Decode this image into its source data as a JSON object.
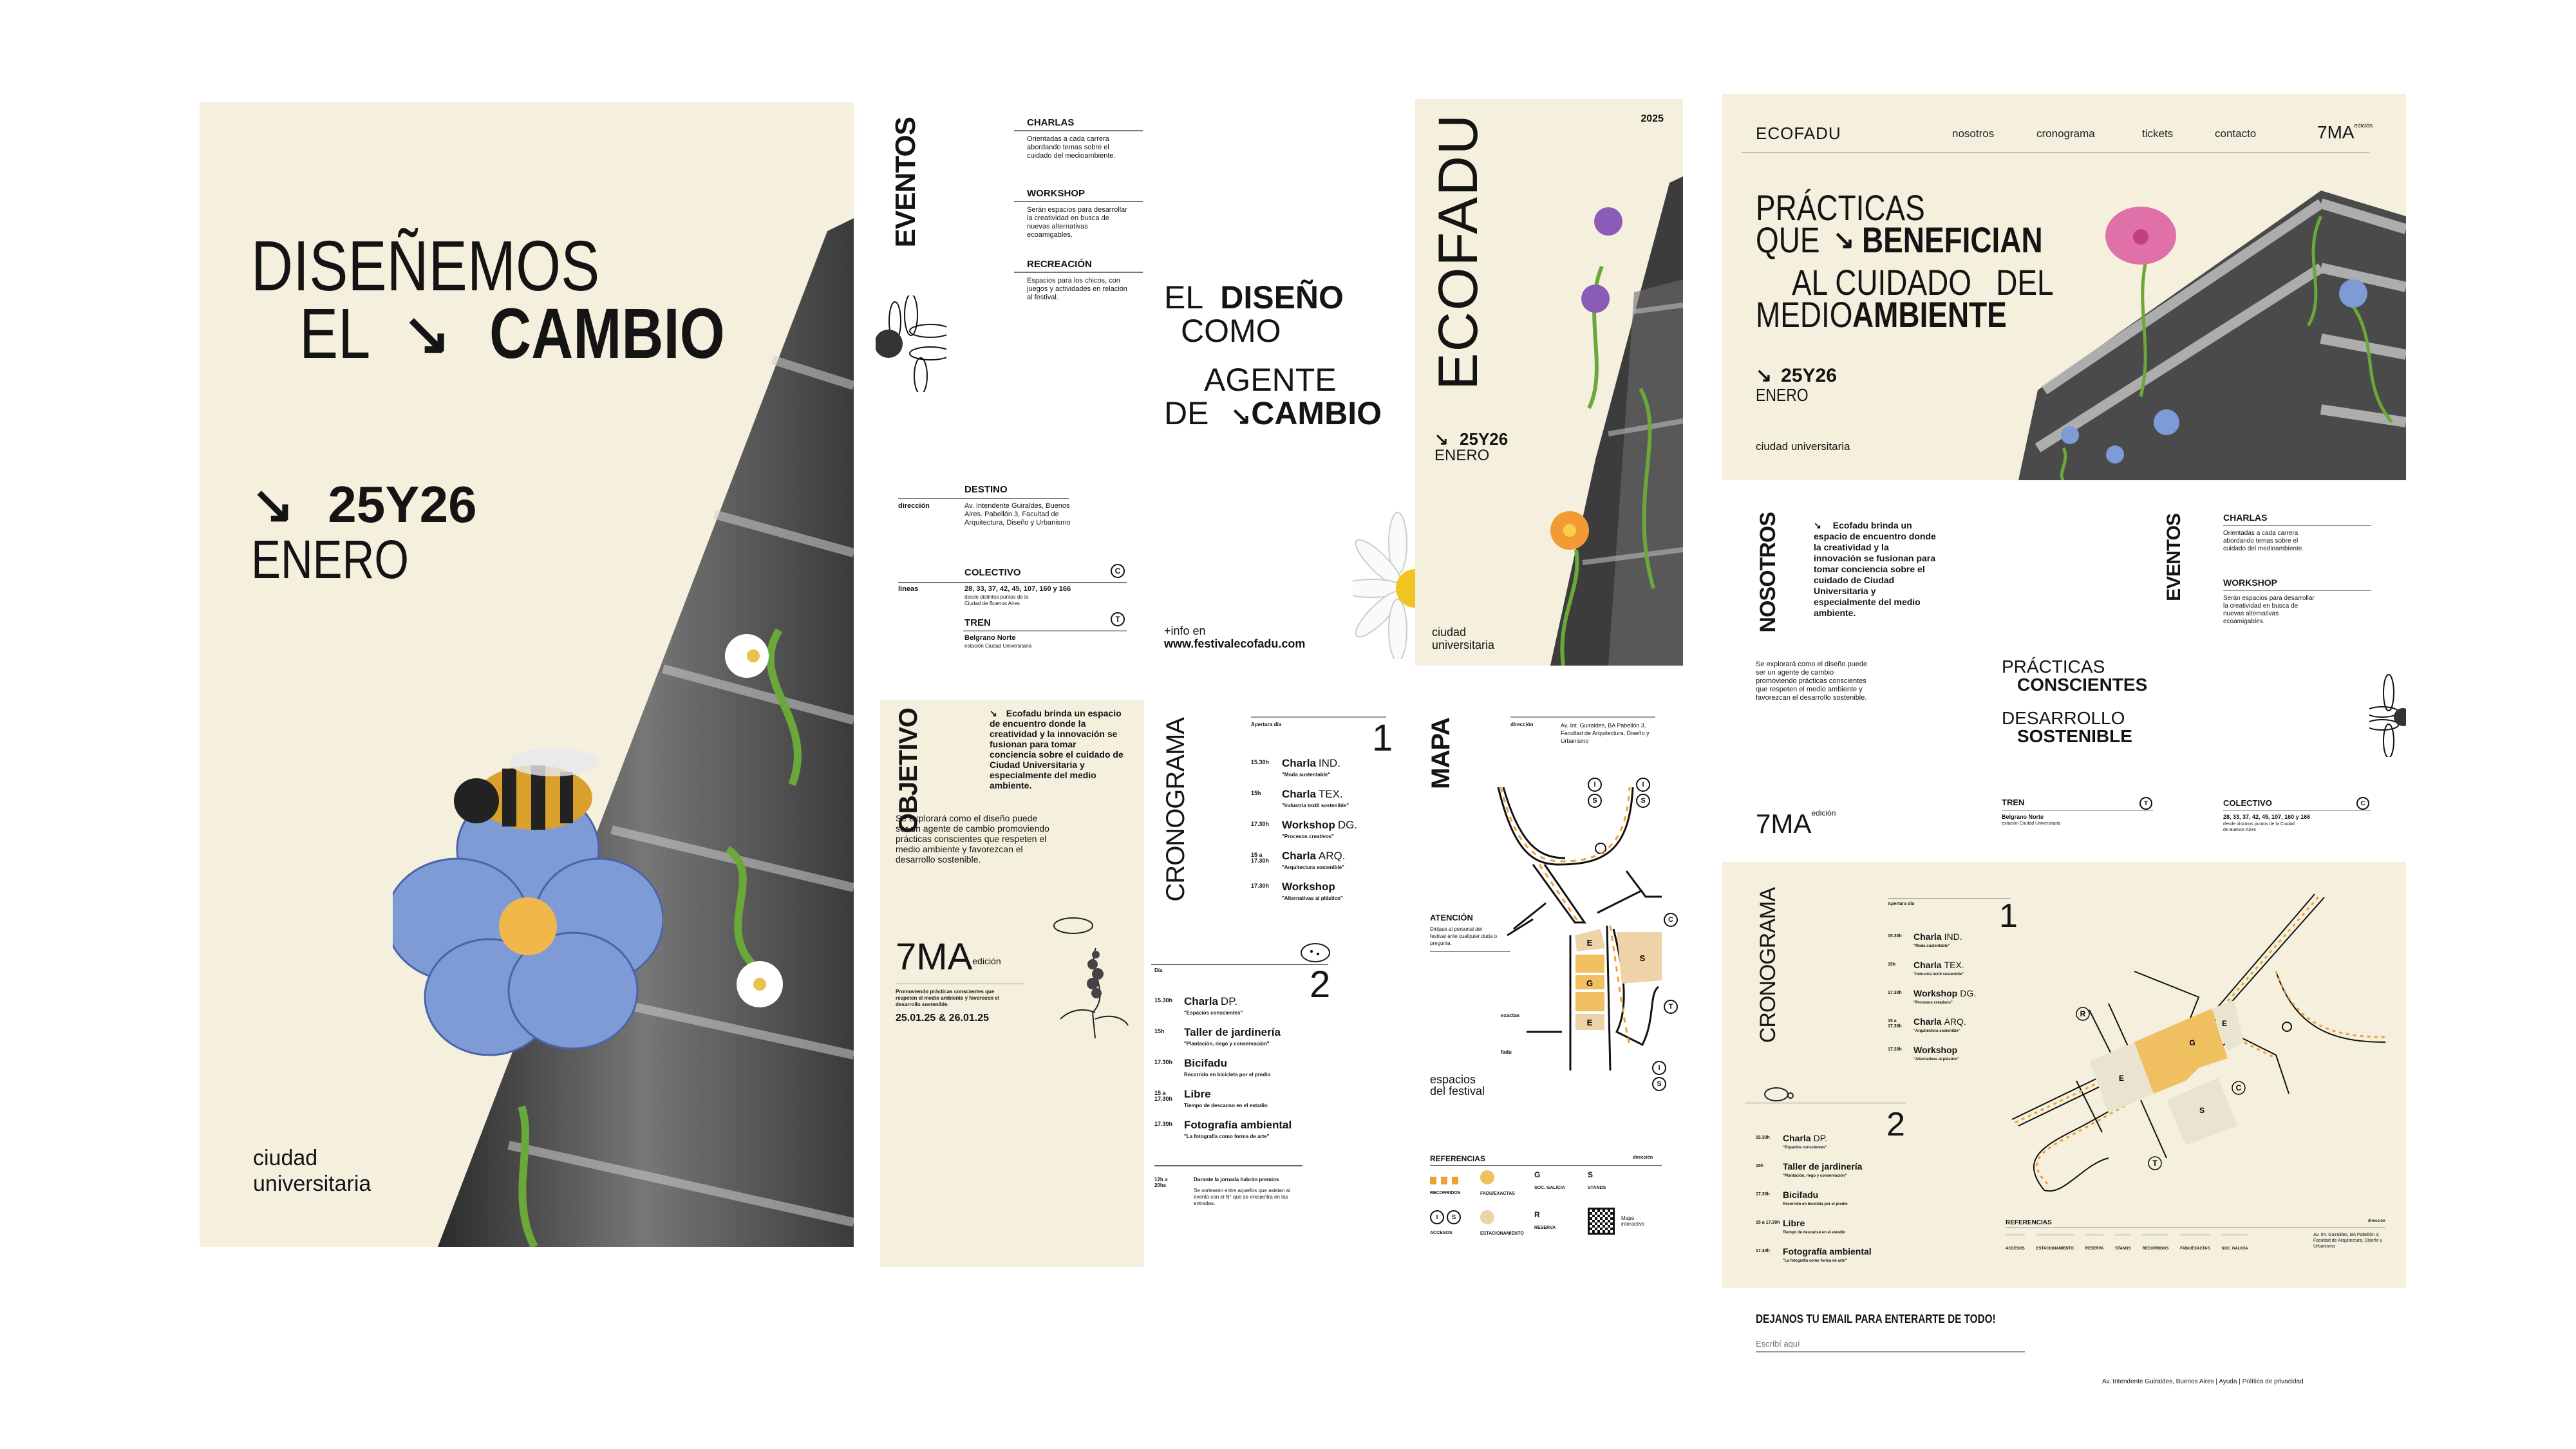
{
  "poster_main": {
    "line1": "DISEÑEMOS",
    "line2a": "EL",
    "line2b": "CAMBIO",
    "date": "25Y26",
    "month": "ENERO",
    "place_1": "ciudad",
    "place_2": "universitaria"
  },
  "eventos_panel": {
    "title": "EVENTOS",
    "items": [
      {
        "title": "CHARLAS",
        "text": "Orientadas a cada carrera abordando temas sobre el cuidado del medioambiente."
      },
      {
        "title": "WORKSHOP",
        "text": "Serán espacios para desarrollar la creatividad en busca de nuevas alternativas ecoamigables."
      },
      {
        "title": "RECREACIÓN",
        "text": "Espacios para los chicos, con juegos y actividades en relación al festival."
      }
    ],
    "destino": {
      "title": "DESTINO",
      "label": "dirección",
      "text": "Av. Intendente Guiraldes, Buenos Aires. Pabellón 3, Facultad de Arquitectura, Diseño y Urbanismo"
    },
    "colectivo": {
      "title": "COLECTIVO",
      "label": "lineas",
      "badge": "C",
      "lines": "28, 33, 37, 42, 45, 107, 160 y 166",
      "text": "desde distintos puntos de la Ciudad de Buenos Aires"
    },
    "tren": {
      "title": "TREN",
      "badge": "T",
      "line": "Belgrano Norte",
      "text": "estación Ciudad Universitaria"
    }
  },
  "slogan_panel": {
    "l1a": "EL",
    "l1b": "DISEÑO",
    "l2": "COMO",
    "l3": "AGENTE",
    "l4a": "DE",
    "l4b": "CAMBIO",
    "info_1": "+info en",
    "info_2": "www.festivalecofadu.com"
  },
  "ecofadu_poster": {
    "brand": "ECOFADU",
    "year": "2025",
    "date": "25Y26",
    "month": "ENERO",
    "place_1": "ciudad",
    "place_2": "universitaria"
  },
  "objetivo_panel": {
    "title": "OBJETIVO",
    "text_1": "Ecofadu brinda un espacio de encuentro donde la creatividad y la innovación se fusionan para tomar conciencia sobre el cuidado de Ciudad Universitaria y especialmente del medio ambiente.",
    "text_2": "Se explorará como el diseño puede ser un agente de cambio promoviendo prácticas conscientes que respeten el medio ambiente y favorezcan el desarrollo sostenible.",
    "edition": "7MA",
    "edition_label": "edición",
    "tagline": "Promoviendo prácticas conscientes que respeten el medio ambiente y favorecen el desarrollo sostenible.",
    "dates": "25.01.25 & 26.01.25"
  },
  "cronograma": {
    "title": "CRONOGRAMA",
    "day1_label": "Apertura día",
    "day1_number": "1",
    "day1": [
      {
        "time": "15.30h",
        "title_bold": "Charla",
        "title_light": "IND.",
        "sub": "\"Moda sustentable\""
      },
      {
        "time": "15h",
        "title_bold": "Charla",
        "title_light": "TEX.",
        "sub": "\"Industria textil sostenible\""
      },
      {
        "time": "17.30h",
        "title_bold": "Workshop",
        "title_light": "DG.",
        "sub": "\"Procesos creativos\""
      },
      {
        "time": "15 a 17.30h",
        "title_bold": "Charla",
        "title_light": "ARQ.",
        "sub": "\"Arquitectura sostenible\""
      },
      {
        "time": "17.30h",
        "title_bold": "Workshop",
        "title_light": "",
        "sub": "\"Alternativas al plástico\""
      }
    ],
    "day2_label": "Día",
    "day2_number": "2",
    "day2": [
      {
        "time": "15.30h",
        "title_bold": "Charla",
        "title_light": "DP.",
        "sub": "\"Espacios conscientes\""
      },
      {
        "time": "15h",
        "title_bold": "Taller de jardinería",
        "title_light": "",
        "sub": "\"Plantación, riego y conservación\""
      },
      {
        "time": "17.30h",
        "title_bold": "Bicifadu",
        "title_light": "",
        "sub": "Recorrido en bicicleta por el predio"
      },
      {
        "time": "15 a 17.30h",
        "title_bold": "Libre",
        "title_light": "",
        "sub": "Tiempo de descanso en el estadio"
      },
      {
        "time": "17.30h",
        "title_bold": "Fotografía ambiental",
        "title_light": "",
        "sub": "\"La fotografía como forma de arte\""
      }
    ],
    "prizes_time": "12h a 20hs",
    "prizes_title": "Durante la jornada habrán premios",
    "prizes_text": "Se sortearán entre aquellos que asistan al evento con el N° que se encuentra en las entradas."
  },
  "mapa": {
    "title": "MAPA",
    "address_label": "dirección",
    "address": "Av. Int. Guiraldes, BA Pabellón 3, Facultad de Arquitectura, Diseño y Urbanismo",
    "attention_title": "ATENCIÓN",
    "attention_text": "Dirijase al personal del festival ante cualquier duda o pregunta.",
    "label_exactas": "exactas",
    "label_fadu": "fadu",
    "spaces_1": "espacios",
    "spaces_2": "del festival",
    "map_letters": {
      "E": "E",
      "G": "G",
      "S": "S",
      "C": "C",
      "T": "T",
      "R": "R",
      "I": "I"
    },
    "references_title": "REFERENCIAS",
    "references_direction": "dirección",
    "references": [
      {
        "label": "RECORRIDOS"
      },
      {
        "label": "FADU/EXACTAS"
      },
      {
        "symbol": "G",
        "label": "SOC. GALICIA"
      },
      {
        "symbol": "S",
        "label": "STANDS"
      },
      {
        "label": "ACCESOS"
      },
      {
        "label": "ESTACIONAMIENTO"
      },
      {
        "symbol": "R",
        "label": "RESERVA"
      },
      {
        "label": "Mapa interactivo"
      }
    ]
  },
  "website": {
    "logo": "ECOFADU",
    "nav": [
      "nosotros",
      "cronograma",
      "tickets",
      "contacto"
    ],
    "edition": "7MA",
    "edition_label": "edición",
    "hero_1": "PRÁCTICAS",
    "hero_2a": "QUE",
    "hero_2b": "BENEFICIAN",
    "hero_3": "AL CUIDADO   DEL",
    "hero_4a": "MEDIO",
    "hero_4b": "AMBIENTE",
    "date": "25Y26",
    "month": "ENERO",
    "place": "ciudad universitaria",
    "nosotros_title": "NOSOTROS",
    "nosotros_text": "Ecofadu brinda un espacio de encuentro donde la creatividad y la innovación se fusionan para tomar conciencia sobre el cuidado de Ciudad Universitaria y especialmente del medio ambiente.",
    "nosotros_text_2": "Se explorará como el diseño puede ser un agente de cambio promoviendo prácticas conscientes que respeten el medio ambiente y favorezcan el desarrollo sostenible.",
    "pc_1": "PRÁCTICAS",
    "pc_2": "CONSCIENTES",
    "ds_1": "DESARROLLO",
    "ds_2": "SOSTENIBLE",
    "eventos_title": "EVENTOS",
    "references_address": "Av. Int. Guiraldes, BA Pabellón 3, Facultad de Arquitectura, Diseño y Urbanismo",
    "web_references": [
      "ACCESOS",
      "ESTACIONAMIENTO",
      "RESERVA",
      "STANDS",
      "RECORRIDOS",
      "FADU/EXACTAS",
      "SOC. GALICIA"
    ],
    "newsletter_title": "DEJANOS TU EMAIL PARA ENTERARTE DE TODO!",
    "newsletter_placeholder": "Escribí aquí",
    "footer_address": "Av. Intendente Guiraldes, Buenos Aires",
    "footer_help": "Ayuda",
    "footer_privacy": "Política de privacidad"
  },
  "colors": {
    "cream": "#f5f0de",
    "orange": "#f0b84a",
    "peach": "#efd3a8",
    "ink": "#141414",
    "flower_blue": "#7f9bd6"
  }
}
